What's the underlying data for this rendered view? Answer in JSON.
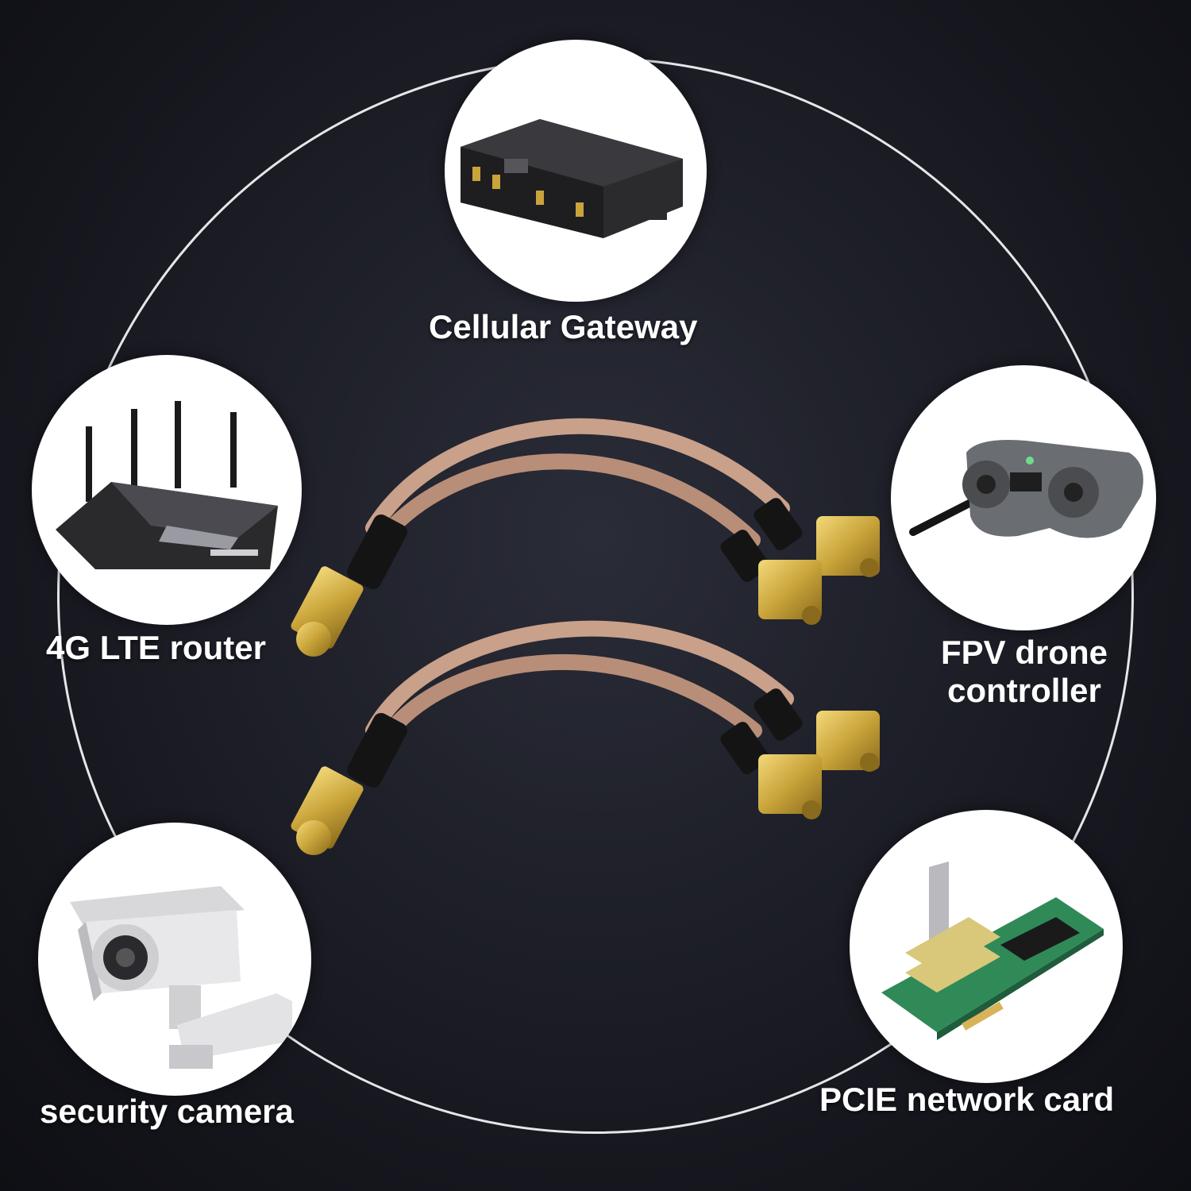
{
  "labels": {
    "cellular_gateway": "Cellular Gateway",
    "lte_router": "4G LTE router",
    "fpv_line1": "FPV drone",
    "fpv_line2": "controller",
    "security_camera": "security camera",
    "pcie_card": "PCIE network card"
  },
  "colors": {
    "background": "#1a1b23",
    "ring": "#e6e6ea",
    "cable": "#c9a08a",
    "connector_gold": "#c9a43a"
  },
  "icons": {
    "gateway": "cellular-gateway-icon",
    "router": "router-icon",
    "drone_controller": "drone-controller-icon",
    "camera": "security-camera-icon",
    "network_card": "network-card-icon"
  }
}
